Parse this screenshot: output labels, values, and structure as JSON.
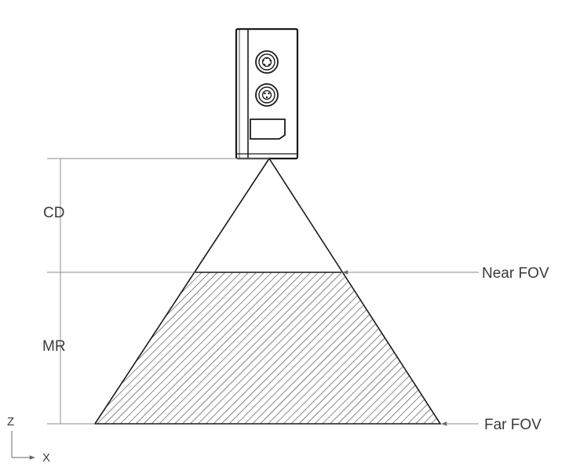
{
  "labels": {
    "cd": "CD",
    "mr": "MR",
    "near_fov": "Near FOV",
    "far_fov": "Far FOV",
    "axis_z": "Z",
    "axis_x": "X"
  },
  "icons": {
    "camera": "camera-icon",
    "connector_top": "connector-port-icon",
    "connector_bottom": "connector-port-icon"
  },
  "colors": {
    "line": "#1a1a1a",
    "guide": "#8c8c8c",
    "text": "#3a3a3a"
  }
}
